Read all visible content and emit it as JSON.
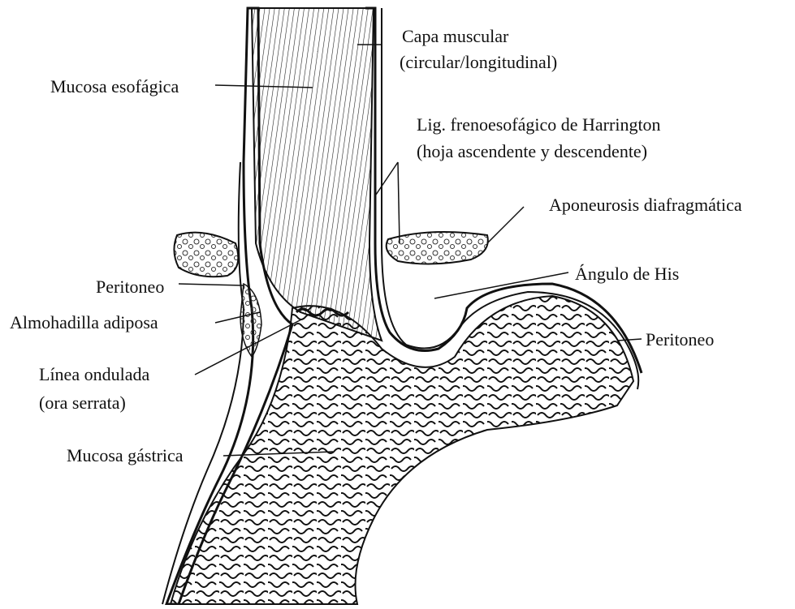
{
  "labels": {
    "capa_muscular_1": "Capa muscular",
    "capa_muscular_2": "(circular/longitudinal)",
    "mucosa_esofagica": "Mucosa esofágica",
    "lig_harrington_1": "Lig. frenoesofágico de Harrington",
    "lig_harrington_2": "(hoja ascendente y descendente)",
    "aponeurosis": "Aponeurosis diafragmática",
    "angulo_his": "Ángulo de His",
    "peritoneo_left": "Peritoneo",
    "almohadilla": "Almohadilla adiposa",
    "peritoneo_right": "Peritoneo",
    "linea_ondulada_1": "Línea ondulada",
    "linea_ondulada_2": "(ora serrata)",
    "mucosa_gastrica": "Mucosa gástrica"
  },
  "colors": {
    "ink": "#111111",
    "paper": "#ffffff"
  }
}
